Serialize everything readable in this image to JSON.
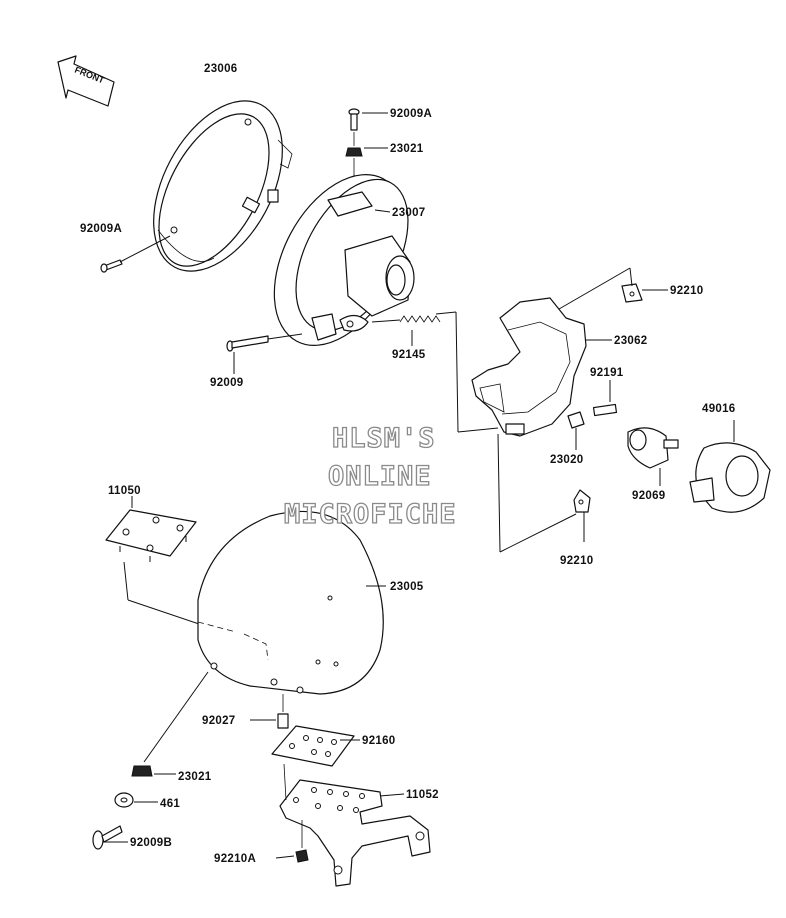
{
  "direction_marker": {
    "label": "FRONT"
  },
  "watermark": {
    "lines": [
      "HLSM'S",
      "ONLINE",
      "MICROFICHE"
    ]
  },
  "parts": {
    "p23006": "23006",
    "p92009A_top": "92009A",
    "p23021_top": "23021",
    "p23007": "23007",
    "p92009A_left": "92009A",
    "p92210_top": "92210",
    "p23062": "23062",
    "p92009": "92009",
    "p92145": "92145",
    "p92191": "92191",
    "p49016": "49016",
    "p23020": "23020",
    "p92069": "92069",
    "p92210_mid": "92210",
    "p11050": "11050",
    "p23005": "23005",
    "p92027": "92027",
    "p92160": "92160",
    "p23021_bottom": "23021",
    "p461": "461",
    "p11052": "11052",
    "p92009B": "92009B",
    "p92210A": "92210A"
  }
}
